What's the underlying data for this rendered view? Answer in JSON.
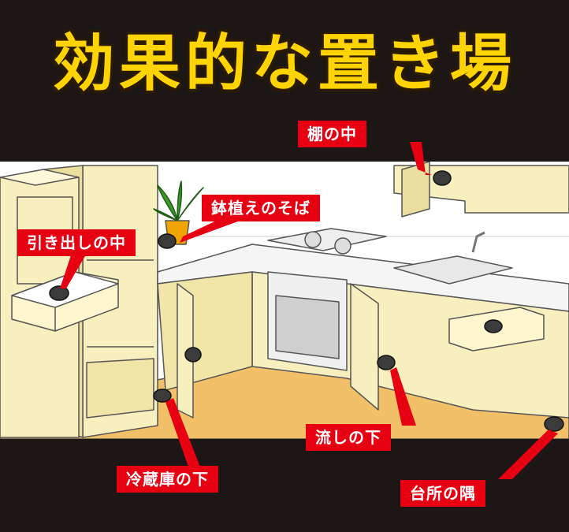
{
  "headline": "効果的な置き場",
  "colors": {
    "headline": "#ffd400",
    "label_bg": "#e60012",
    "band": "#1c1614",
    "cabinet": "#f7efbd",
    "floor": "#f3c06a"
  },
  "labels": {
    "shelf": "棚の中",
    "plant": "鉢植えのそば",
    "drawer": "引き出しの中",
    "sink": "流しの下",
    "fridge": "冷蔵庫の下",
    "corner": "台所の隅"
  }
}
